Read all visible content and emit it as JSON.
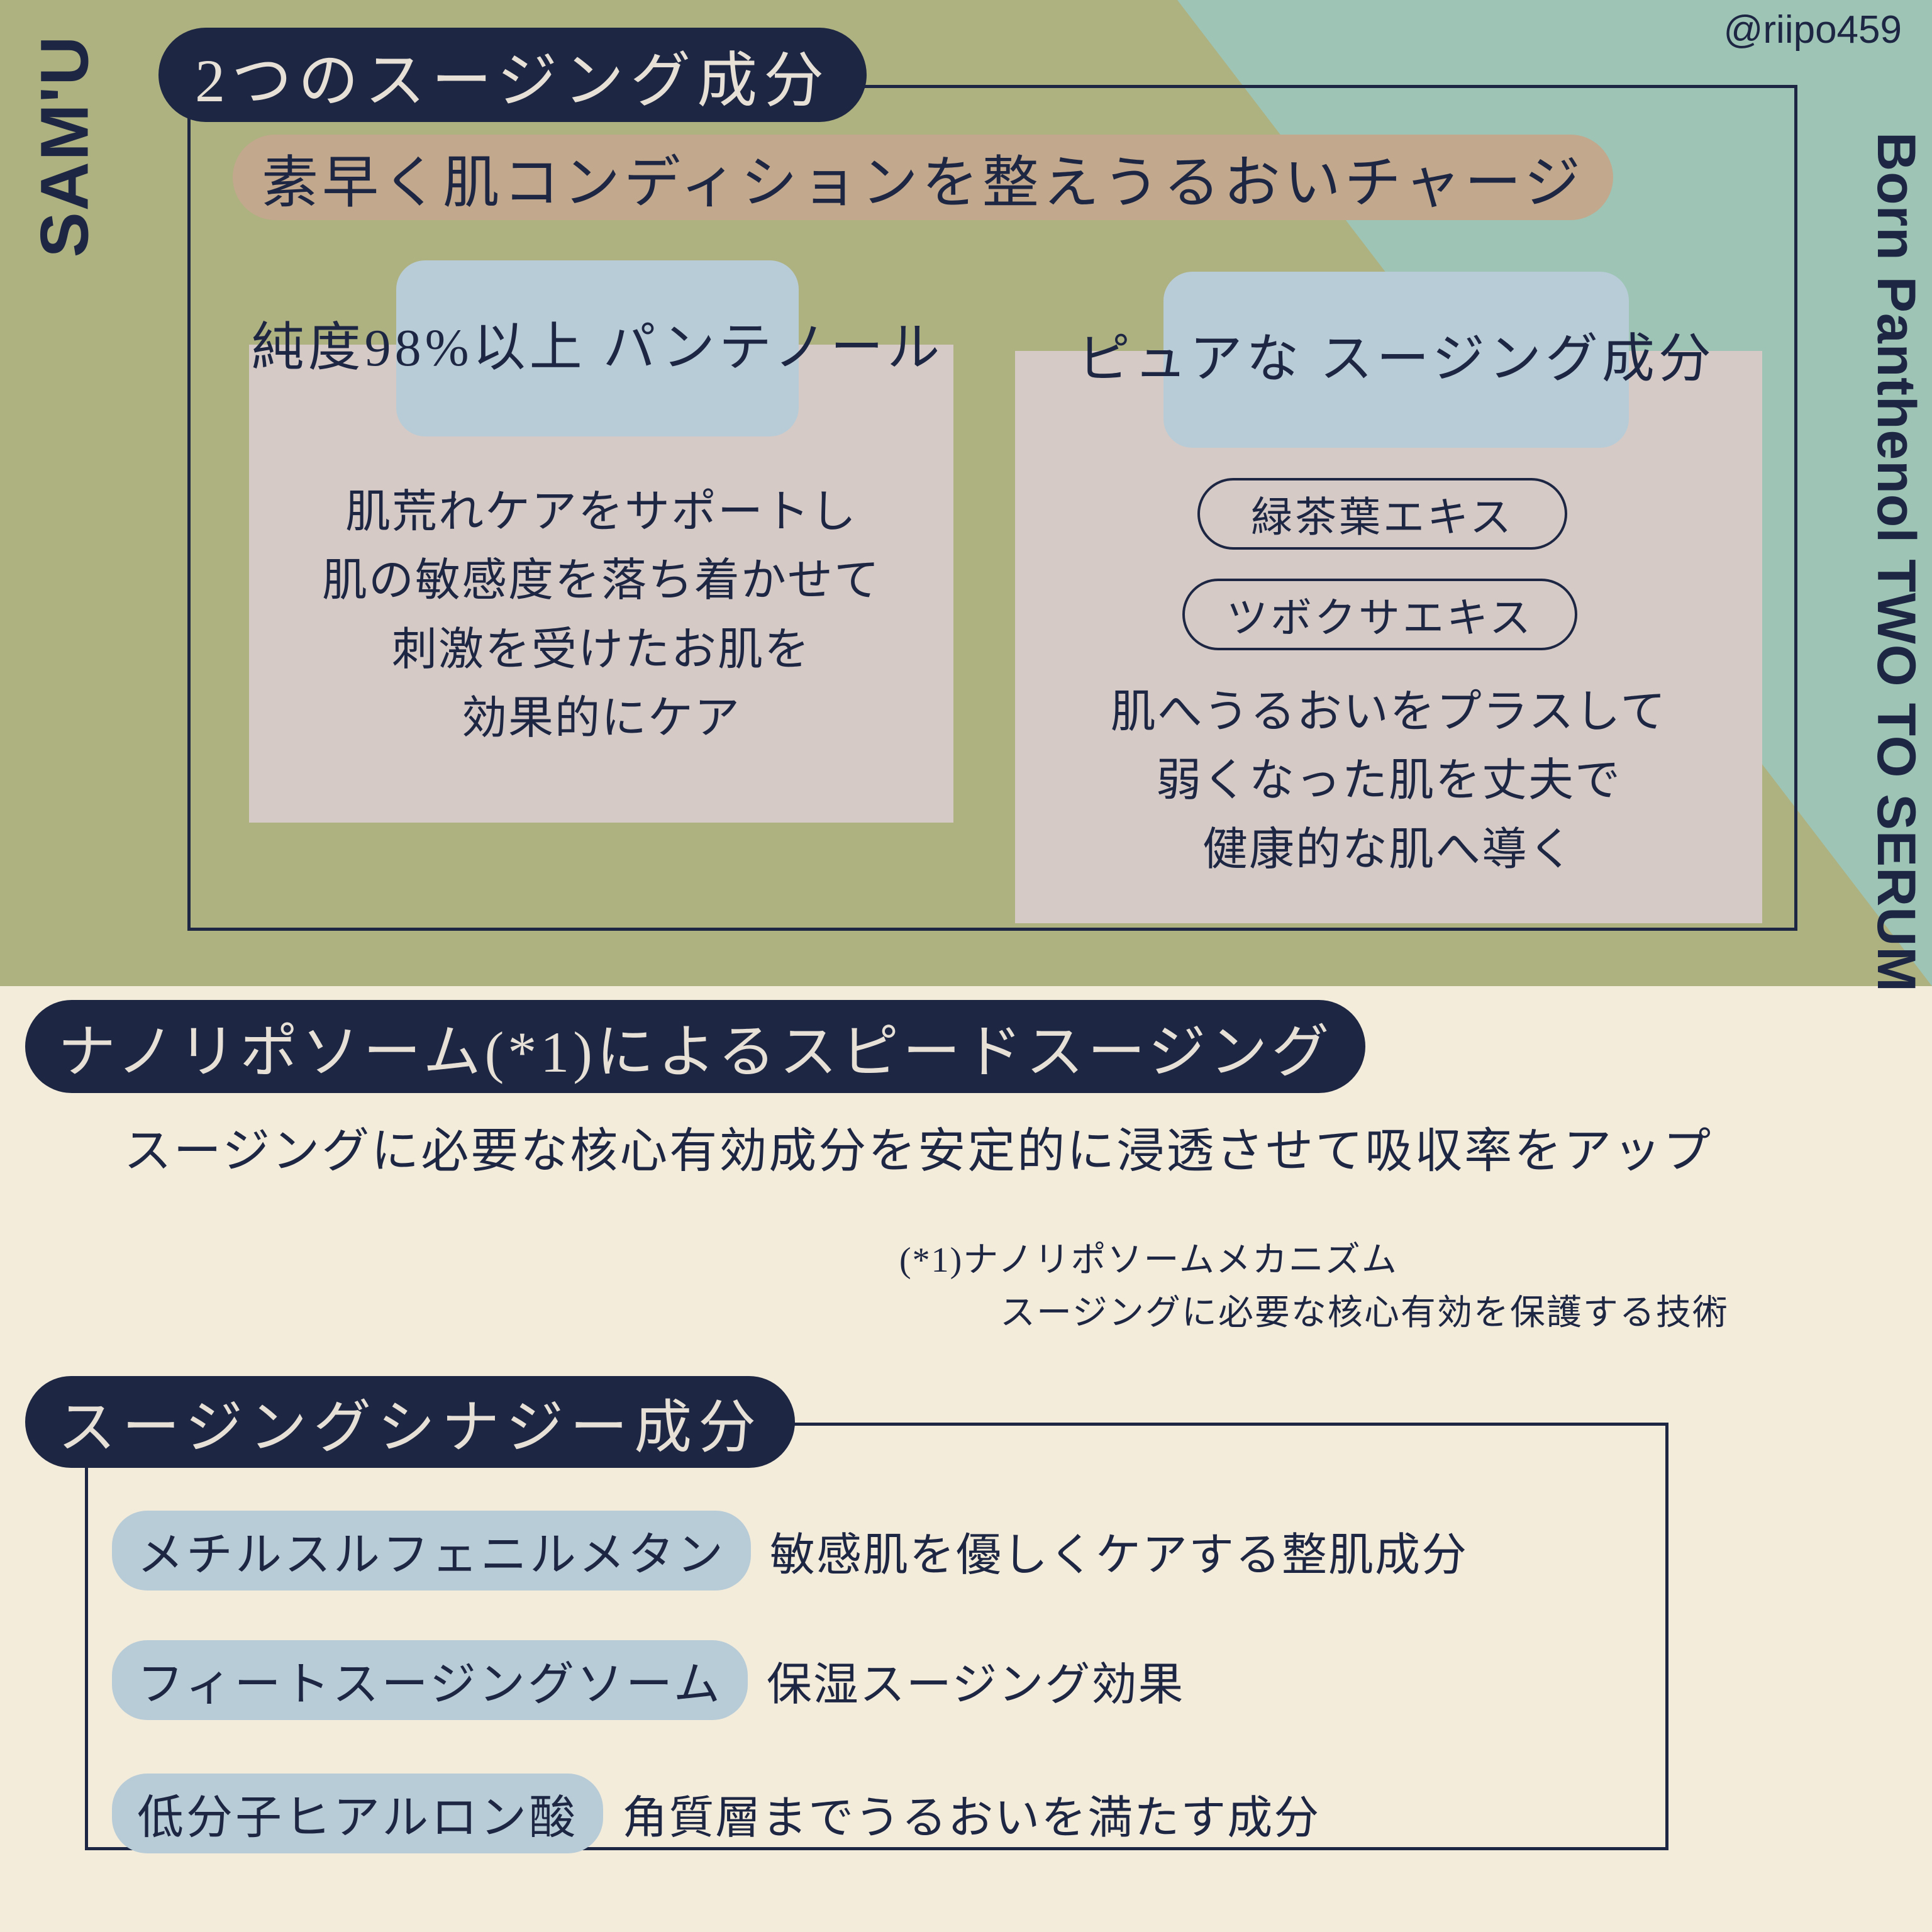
{
  "brand": {
    "name": "SAM'U"
  },
  "handle": {
    "text": "@riipo459"
  },
  "product": {
    "vertical_name": "Born Panthenol TWO TO SERUM"
  },
  "colors": {
    "olive": "#aeb180",
    "teal": "#9dc4b5",
    "cream": "#f4ecdb",
    "navy": "#1d2642",
    "tan": "#c2a88c",
    "panel_pink": "#d5cac6",
    "chip_blue": "#b8ccd7",
    "pill_text": "#e7e0d6"
  },
  "section_top": {
    "heading": "2つのスージング成分",
    "subtitle": "素早く肌コンディションを整えうるおいチャージ",
    "panels": [
      {
        "title": "純度98%以上\nパンテノール",
        "body": "肌荒れケアをサポートし\n肌の敏感度を落ち着かせて\n刺激を受けたお肌を\n効果的にケア"
      },
      {
        "title": "ピュアな\nスージング成分",
        "chips": [
          "緑茶葉エキス",
          "ツボクサエキス"
        ],
        "body": "肌へうるおいをプラスして\n弱くなった肌を丈夫で\n健康的な肌へ導く"
      }
    ]
  },
  "section_nano": {
    "heading": "ナノリポソーム(*1)によるスピードスージング",
    "description": "スージングに必要な核心有効成分を安定的に浸透させて吸収率をアップ",
    "footnotes": [
      "(*1)ナノリポソームメカニズム",
      "スージングに必要な核心有効を保護する技術"
    ]
  },
  "section_synergy": {
    "heading": "スージングシナジー成分",
    "rows": [
      {
        "name": "メチルスルフェニルメタン",
        "desc": "敏感肌を優しくケアする整肌成分"
      },
      {
        "name": "フィートスージングソーム",
        "desc": "保湿スージング効果"
      },
      {
        "name": "低分子ヒアルロン酸",
        "desc": "角質層までうるおいを満たす成分"
      }
    ]
  }
}
